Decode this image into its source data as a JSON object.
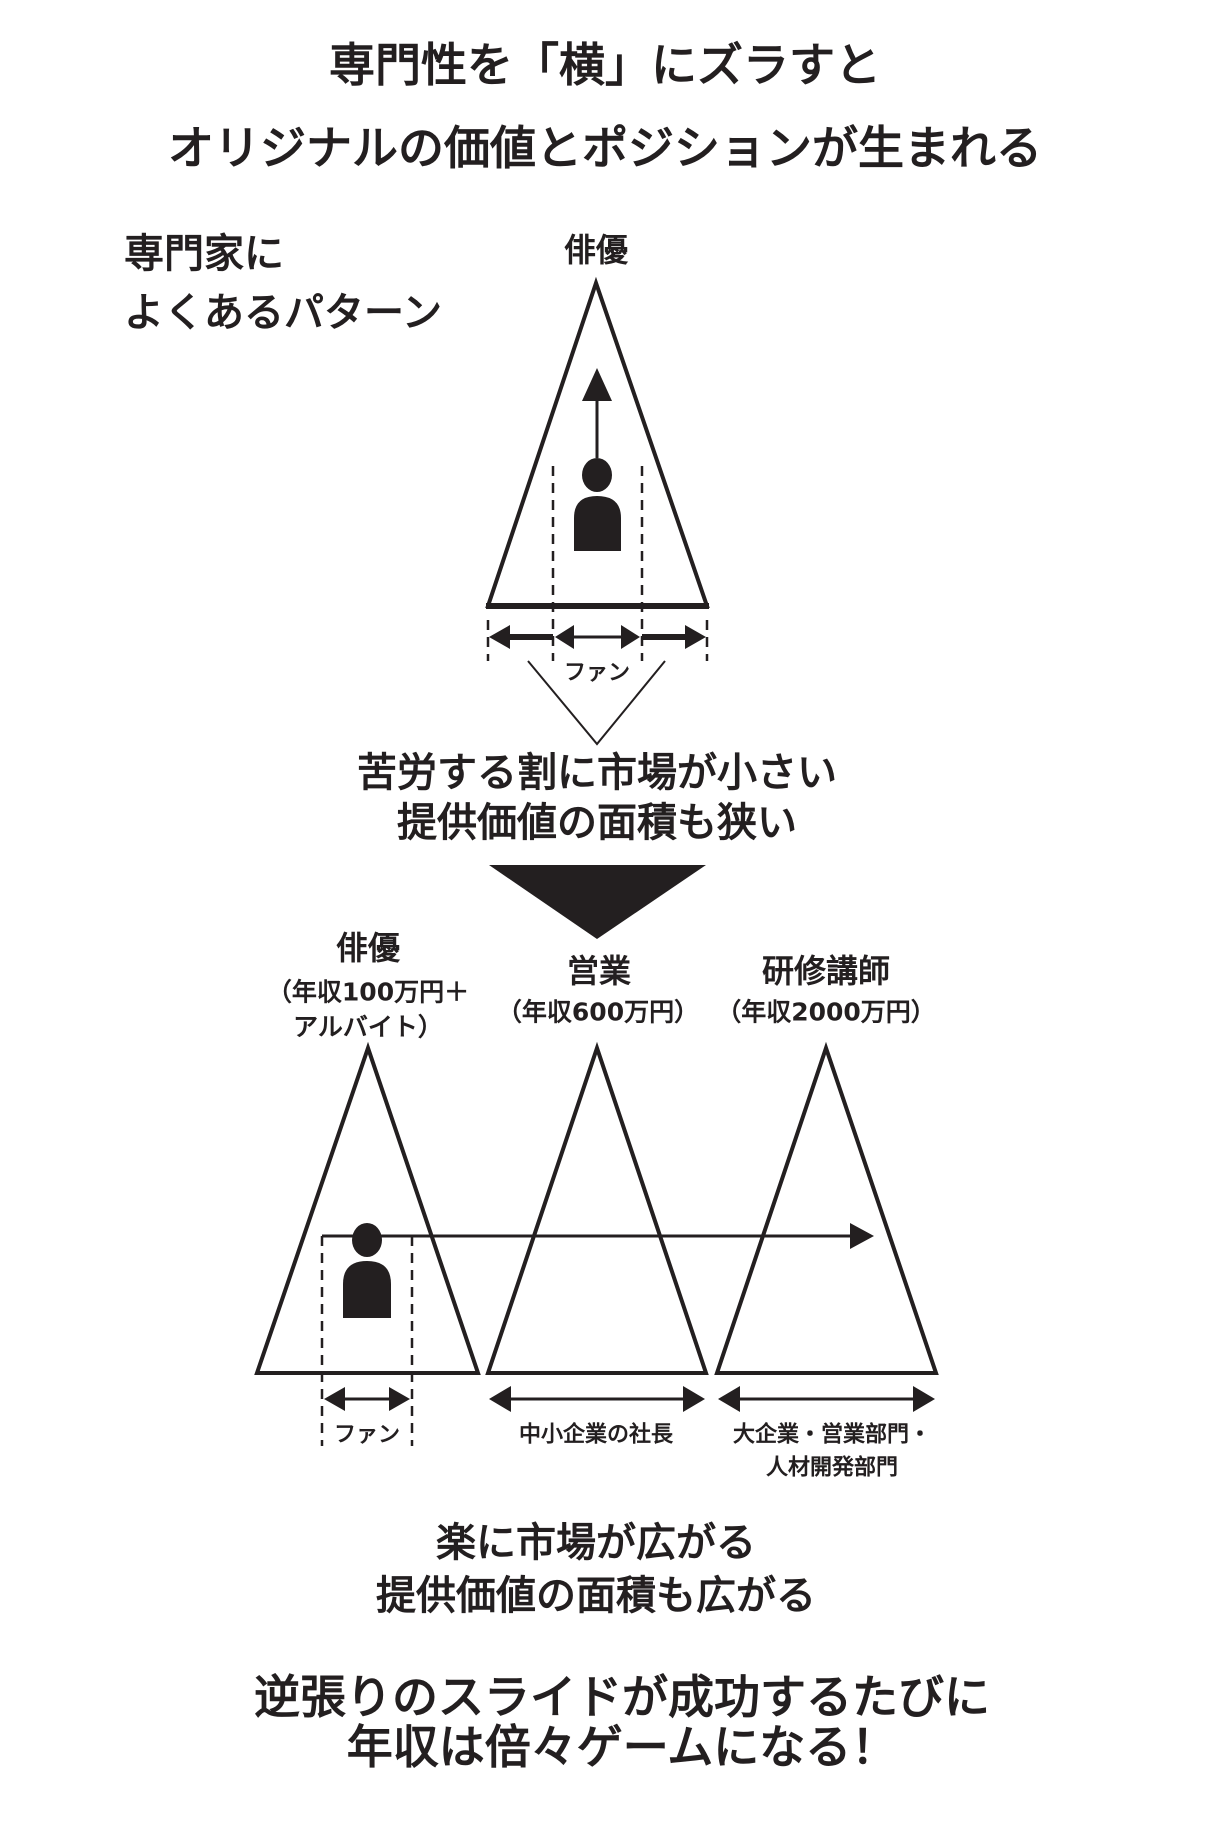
{
  "title": {
    "line1": "専門性を「横」にズラすと",
    "line2": "オリジナルの価値とポジションが生まれる"
  },
  "top_section": {
    "label_line1": "専門家に",
    "label_line2": "よくあるパターン",
    "triangle_label": "俳優",
    "fan_label": "ファン",
    "conclusion_line1": "苦労する割に市場が小さい",
    "conclusion_line2": "提供価値の面積も狭い"
  },
  "bottom_section": {
    "triangles": [
      {
        "label": "俳優",
        "income_line1": "（年収100万円＋",
        "income_line2": "アルバイト）",
        "market_label": "ファン",
        "market_label2": ""
      },
      {
        "label": "営業",
        "income_line1": "（年収600万円）",
        "market_label": "中小企業の社長"
      },
      {
        "label": "研修講師",
        "income_line1": "（年収2000万円）",
        "market_label": "大企業・営業部門・",
        "market_label2": "人材開発部門"
      }
    ],
    "conclusion_line1": "楽に市場が広がる",
    "conclusion_line2": "提供価値の面積も広がる"
  },
  "footer": {
    "line1": "逆張りのスライドが成功するたびに",
    "line2": "年収は倍々ゲームになる！"
  }
}
